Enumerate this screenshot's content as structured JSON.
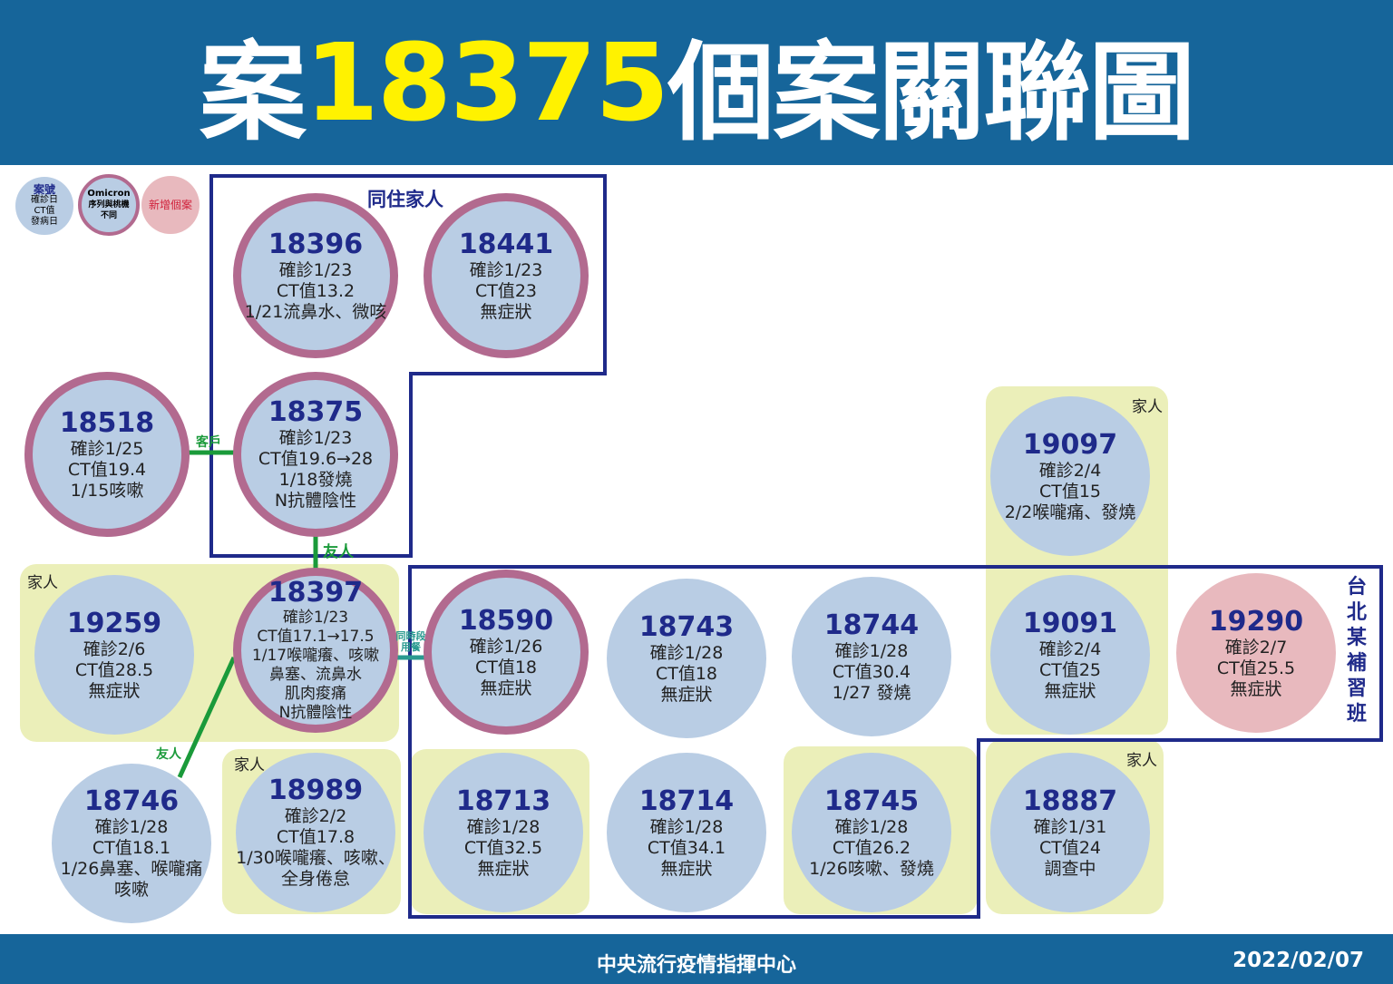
{
  "header": {
    "prefix": "案",
    "case": "18375",
    "suffix": "個案關聯圖"
  },
  "legend": {
    "plain": [
      "案號",
      "確診日",
      "CT值",
      "發病日"
    ],
    "omicron": [
      "Omicron",
      "序列與桃機",
      "不同"
    ],
    "new": "新增個案"
  },
  "groups": {
    "cohabit": "同住家人",
    "tutoring": "台北某補習班",
    "family": "家人"
  },
  "relations": {
    "client": "客戶",
    "friend": "友人",
    "same_meal": "同時段用餐"
  },
  "cases": [
    {
      "id": "18396",
      "lines": [
        "確診1/23",
        "CT值13.2",
        "1/21流鼻水、微咳"
      ]
    },
    {
      "id": "18441",
      "lines": [
        "確診1/23",
        "CT值23",
        "無症狀"
      ]
    },
    {
      "id": "18518",
      "lines": [
        "確診1/25",
        "CT值19.4",
        "1/15咳嗽"
      ]
    },
    {
      "id": "18375",
      "lines": [
        "確診1/23",
        "CT值19.6→28",
        "1/18發燒",
        "N抗體陰性"
      ]
    },
    {
      "id": "19097",
      "lines": [
        "確診2/4",
        "CT值15",
        "2/2喉嚨痛、發燒"
      ]
    },
    {
      "id": "19259",
      "lines": [
        "確診2/6",
        "CT值28.5",
        "無症狀"
      ]
    },
    {
      "id": "18397",
      "lines": [
        "確診1/23",
        "CT值17.1→17.5",
        "1/17喉嚨癢、咳嗽",
        "鼻塞、流鼻水",
        "肌肉痠痛",
        "N抗體陰性"
      ]
    },
    {
      "id": "18590",
      "lines": [
        "確診1/26",
        "CT值18",
        "無症狀"
      ]
    },
    {
      "id": "18743",
      "lines": [
        "確診1/28",
        "CT值18",
        "無症狀"
      ]
    },
    {
      "id": "18744",
      "lines": [
        "確診1/28",
        "CT值30.4",
        "1/27 發燒"
      ]
    },
    {
      "id": "19091",
      "lines": [
        "確診2/4",
        "CT值25",
        "無症狀"
      ]
    },
    {
      "id": "19290",
      "lines": [
        "確診2/7",
        "CT值25.5",
        "無症狀"
      ]
    },
    {
      "id": "18746",
      "lines": [
        "確診1/28",
        "CT值18.1",
        "1/26鼻塞、喉嚨痛",
        "咳嗽"
      ]
    },
    {
      "id": "18989",
      "lines": [
        "確診2/2",
        "CT值17.8",
        "1/30喉嚨癢、咳嗽、",
        "全身倦怠"
      ]
    },
    {
      "id": "18713",
      "lines": [
        "確診1/28",
        "CT值32.5",
        "無症狀"
      ]
    },
    {
      "id": "18714",
      "lines": [
        "確診1/28",
        "CT值34.1",
        "無症狀"
      ]
    },
    {
      "id": "18745",
      "lines": [
        "確診1/28",
        "CT值26.2",
        "1/26咳嗽、發燒"
      ]
    },
    {
      "id": "18887",
      "lines": [
        "確診1/31",
        "CT值24",
        "調查中"
      ]
    }
  ],
  "footer": {
    "org": "中央流行疫情指揮中心",
    "date": "2022/02/07"
  },
  "colors": {
    "header": "#16659a",
    "title_accent": "#fff200",
    "node": "#b9cde4",
    "omicron_ring": "#b26a8f",
    "new_case": "#e8b9be",
    "group_border": "#1f2a8a",
    "family_bg": "#ebefb9",
    "link": "#1a9a3a"
  }
}
